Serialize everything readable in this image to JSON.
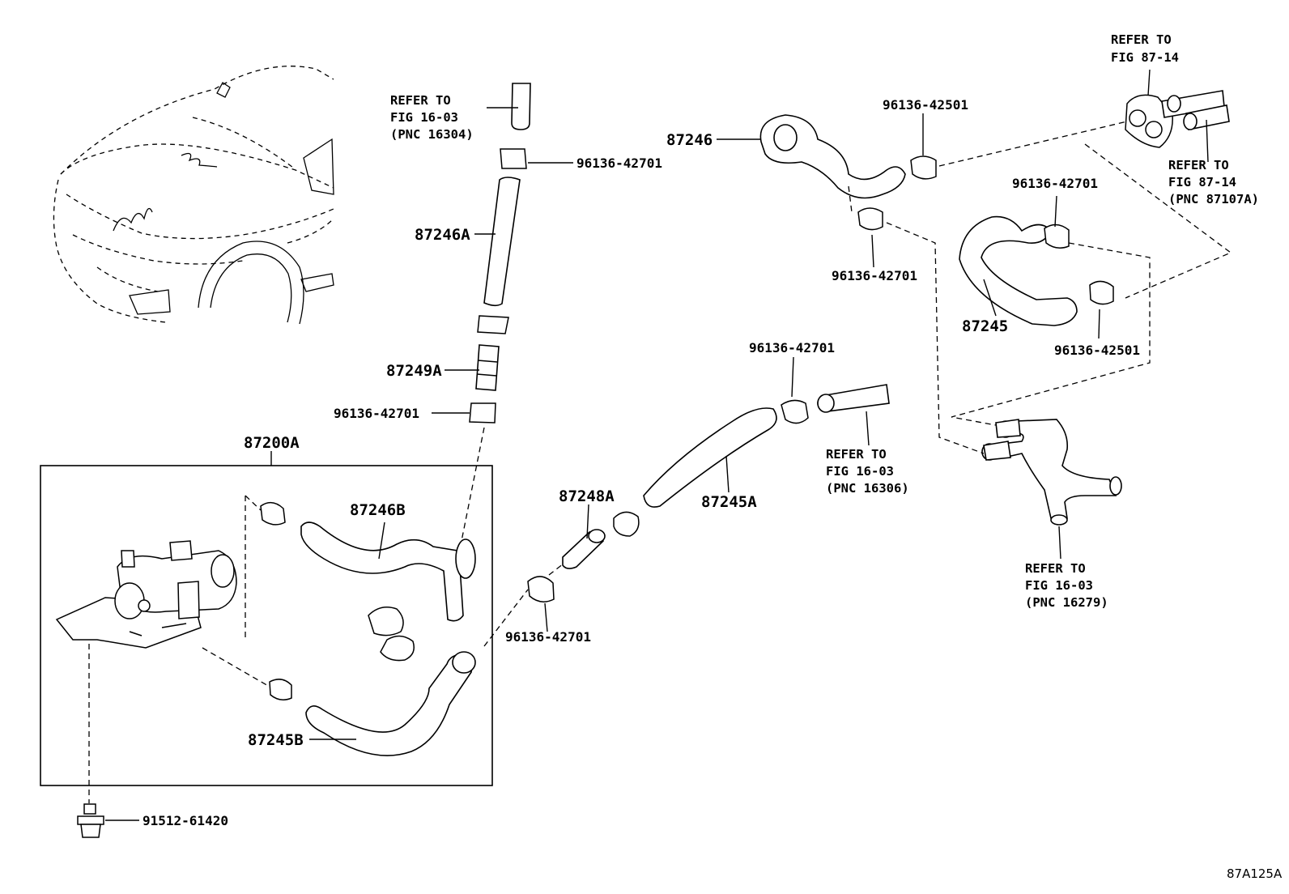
{
  "figure_code": "87A125A",
  "assembly_label": "87200A",
  "parts": {
    "p_87246": "87246",
    "p_87246A": "87246A",
    "p_87249A": "87249A",
    "p_87246B": "87246B",
    "p_87245B": "87245B",
    "p_87248A": "87248A",
    "p_87245A": "87245A",
    "p_87245": "87245"
  },
  "clamps": {
    "c1": "96136-42701",
    "c2": "96136-42701",
    "c3": "96136-42701",
    "c4": "96136-42501",
    "c5": "96136-42701",
    "c6": "96136-42701",
    "c7": "96136-42501",
    "c8": "96136-42701"
  },
  "bolt": "91512-61420",
  "refs": {
    "r1": [
      "REFER TO",
      "FIG 16-03",
      "(PNC 16304)"
    ],
    "r2": [
      "REFER TO",
      "FIG 87-14"
    ],
    "r3": [
      "REFER TO",
      "FIG 87-14",
      "(PNC 87107A)"
    ],
    "r4": [
      "REFER TO",
      "FIG 16-03",
      "(PNC 16306)"
    ],
    "r5": [
      "REFER TO",
      "FIG 16-03",
      "(PNC 16279)"
    ]
  }
}
